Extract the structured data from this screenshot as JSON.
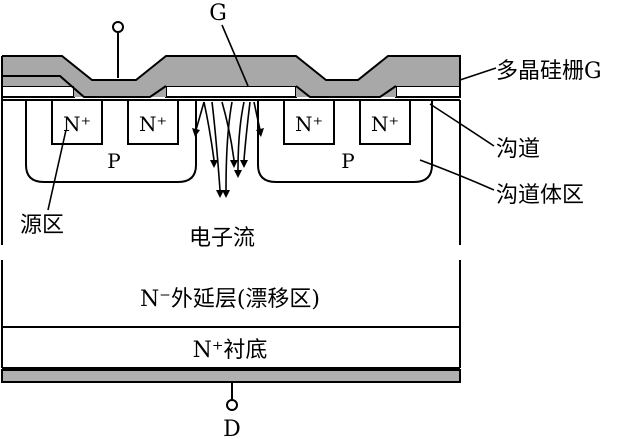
{
  "colors": {
    "ink": "#000000",
    "gate_fill": "#a8a8a8",
    "metal_fill": "#b0b0b0",
    "background": "#ffffff"
  },
  "terminals": {
    "gate": "G",
    "drain": "D"
  },
  "regions": {
    "n_plus_1": "N⁺",
    "n_plus_2": "N⁺",
    "n_plus_3": "N⁺",
    "n_plus_4": "N⁺",
    "p_left": "P",
    "p_right": "P",
    "epi_layer": "N⁻外延层(漂移区)",
    "substrate": "N⁺衬底"
  },
  "labels": {
    "poly_gate": "多晶硅栅G",
    "channel": "沟道",
    "channel_body": "沟道体区",
    "source_region": "源区",
    "electron_flow": "电子流"
  }
}
